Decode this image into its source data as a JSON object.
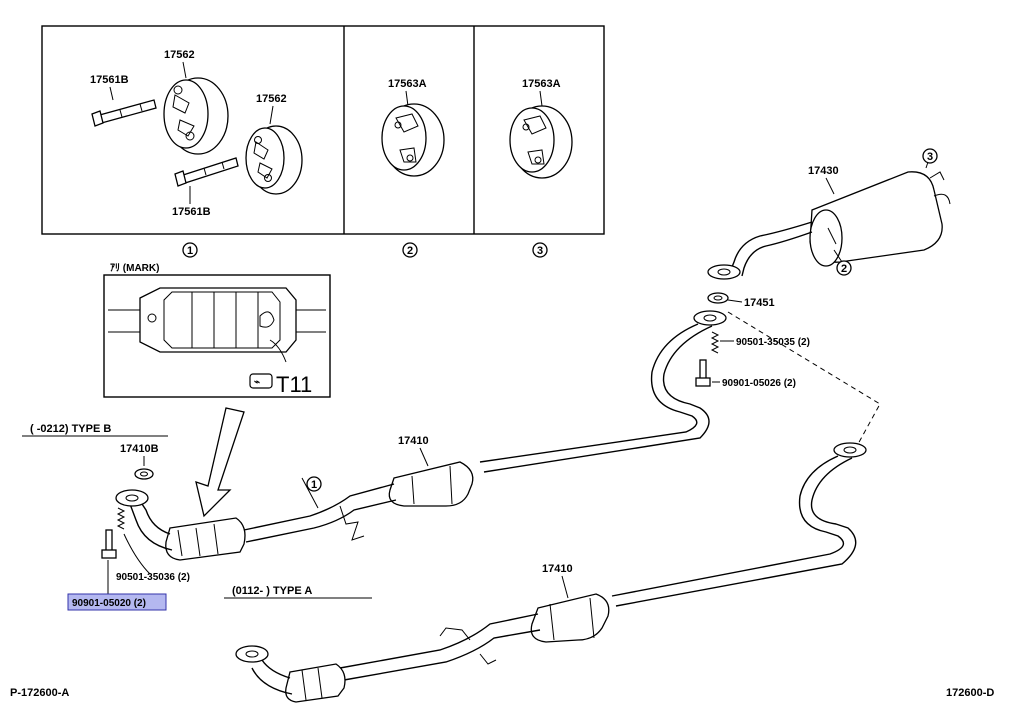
{
  "inset_panel_1": {
    "label_17562_top": "17562",
    "label_17562_right": "17562",
    "label_17561b_top": "17561B",
    "label_17561b_bottom": "17561B",
    "ref": "1"
  },
  "inset_panel_2": {
    "label": "17563A",
    "ref": "2"
  },
  "inset_panel_3": {
    "label": "17563A",
    "ref": "3"
  },
  "mark_box": {
    "title": "ｱﾘ (MARK)",
    "code": "T11"
  },
  "type_b_note": "(    -0212) TYPE  B",
  "type_a_note": "(0112-     ) TYPE  A",
  "parts": {
    "p17430": "17430",
    "p17451": "17451",
    "p17410_top": "17410",
    "p17410_bottom": "17410",
    "p17410b": "17410B",
    "p90501_35035": "90501-35035 (2)",
    "p90901_05026": "90901-05026 (2)",
    "p90501_35036": "90501-35036 (2)",
    "p90901_05020": "90901-05020 (2)"
  },
  "callouts": {
    "muffler_top": "3",
    "muffler_side": "2",
    "pipe_mount": "1"
  },
  "footer": {
    "left_code": "P-172600-A",
    "right_code": "172600-D"
  },
  "colors": {
    "highlight_fill": "#b4b8f0",
    "highlight_stroke": "#3333aa"
  }
}
